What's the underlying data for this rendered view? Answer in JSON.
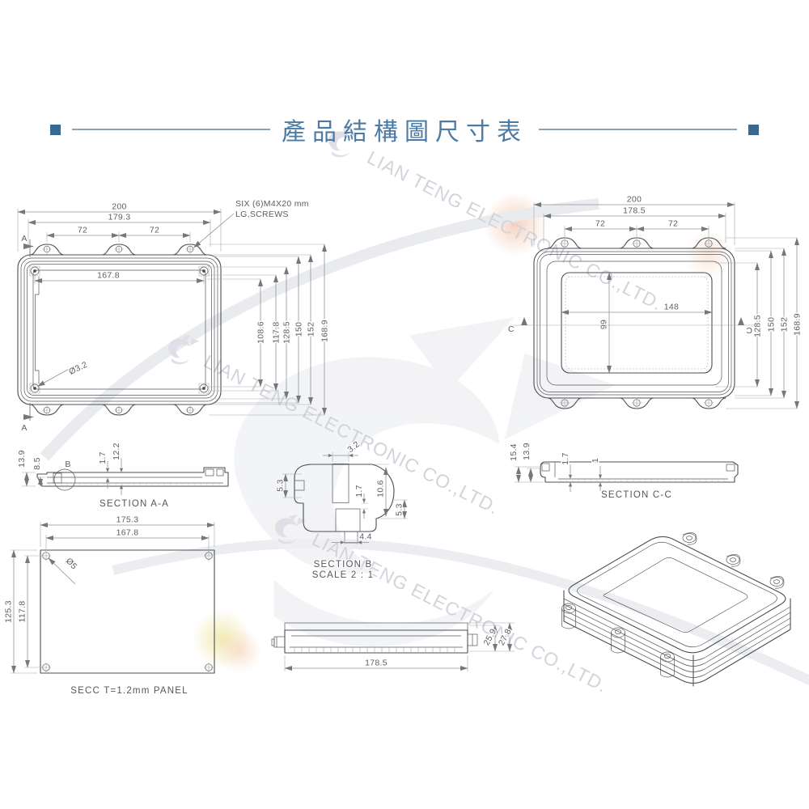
{
  "title": {
    "text": "產品結構圖尺寸表"
  },
  "watermark": {
    "company": "LIAN TENG ELECTRONIC CO.,LTD."
  },
  "front_view": {
    "callout": {
      "line1": "SIX (6)M4X20 mm",
      "line2": "LG,SCREWS"
    },
    "section_marker": "A",
    "dims": {
      "overall_width": "200",
      "flange_width": "179.3",
      "tab_pitch_left": "72",
      "tab_pitch_right": "72",
      "hole_pitch_width": "167.8",
      "inner_height_1": "108.6",
      "inner_height_2": "117.8",
      "hole_pitch_height": "128.5",
      "height_1": "150",
      "height_2": "152",
      "overall_height": "168.9",
      "corner_hole_dia": "Ø3.2"
    }
  },
  "top_view": {
    "section_marker": "C",
    "dims": {
      "overall_width": "200",
      "flange_width": "178.5",
      "tab_pitch_left": "72",
      "tab_pitch_right": "72",
      "label_width": "148",
      "label_height": "99",
      "hole_pitch_height": "128.5",
      "height_1": "150",
      "height_2": "152",
      "overall_height": "168.9"
    }
  },
  "section_aa": {
    "label": "SECTION A-A",
    "detail_label": "B",
    "dims": {
      "total_height": "13.9",
      "inner_height": "8.5",
      "wall": "1.7",
      "depth": "12.2"
    }
  },
  "section_b": {
    "label": "SECTION B",
    "scale_label": "SCALE 2 : 1",
    "dims": {
      "slot_width": "3.2",
      "top_boss": "5.3",
      "wall": "1.7",
      "total_height": "10.6",
      "bottom_boss": "5.3",
      "stem_width": "4.4"
    }
  },
  "section_cc": {
    "label": "SECTION C-C",
    "dims": {
      "total_height": "15.4",
      "body_height": "13.9",
      "wall": "1.7",
      "rib": "1"
    }
  },
  "panel_view": {
    "caption": "SECC T=1.2mm PANEL",
    "dims": {
      "overall_width": "175.3",
      "hole_pitch_width": "167.8",
      "overall_height": "125.3",
      "hole_pitch_height": "117.8",
      "hole_dia": "Ø5"
    }
  },
  "side_view": {
    "dims": {
      "width": "178.5",
      "body_height": "25.9",
      "total_height": "27.8"
    }
  }
}
